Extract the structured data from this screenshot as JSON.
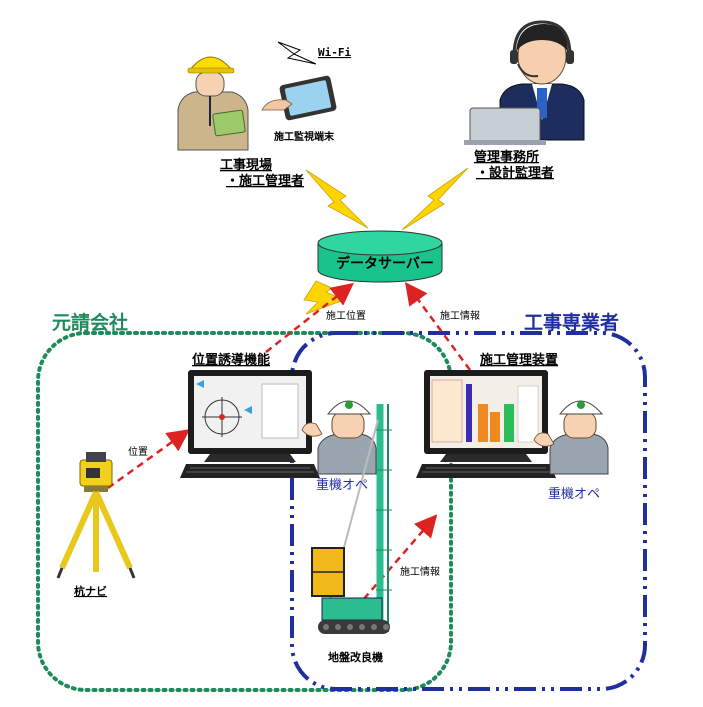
{
  "labels": {
    "wifi": "Wi-Fi",
    "terminal": "施工監視端末",
    "site_line1": "工事現場",
    "site_line2": "・施工管理者",
    "office_line1": "管理事務所",
    "office_line2": "・設計監理者",
    "server": "データサーバー",
    "prime_contractor": "元請会社",
    "specialist_contractor": "工事専業者",
    "position_info": "施工位置",
    "construction_info_top": "施工情報",
    "guidance": "位置誘導機能",
    "management_device": "施工管理装置",
    "position": "位置",
    "operator_left": "重機オペ",
    "operator_right": "重機オペ",
    "construction_info_machine": "施工情報",
    "pile_navi": "杭ナビ",
    "ground_machine": "地盤改良機"
  },
  "colors": {
    "prime_border": "#1f8a5c",
    "specialist_border": "#1f2f9e",
    "arrow_red": "#dd2222",
    "server_fill": "#18c48c",
    "lightning": "#ffd400",
    "worker_helmet": "#ffdc00",
    "operator_helmet": "#ffffff",
    "machine_green": "#2bbd8f"
  },
  "icons": {
    "worker": "construction-worker-icon",
    "office": "office-operator-icon",
    "tablet": "tablet-icon",
    "server": "database-icon",
    "monitor": "monitor-icon",
    "tripod": "survey-tripod-icon",
    "machine": "ground-improvement-machine-icon"
  }
}
